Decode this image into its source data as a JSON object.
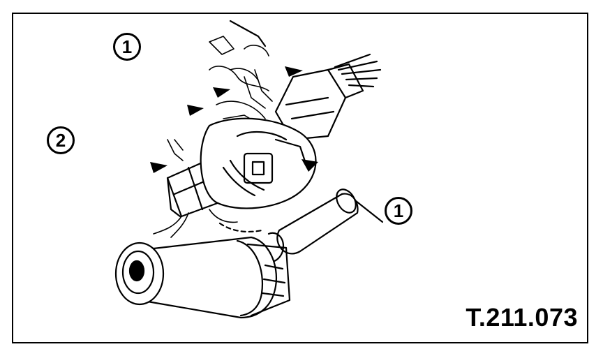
{
  "figure": {
    "callouts": [
      "1",
      "2",
      "1"
    ],
    "reference_code": "T.211.073"
  }
}
